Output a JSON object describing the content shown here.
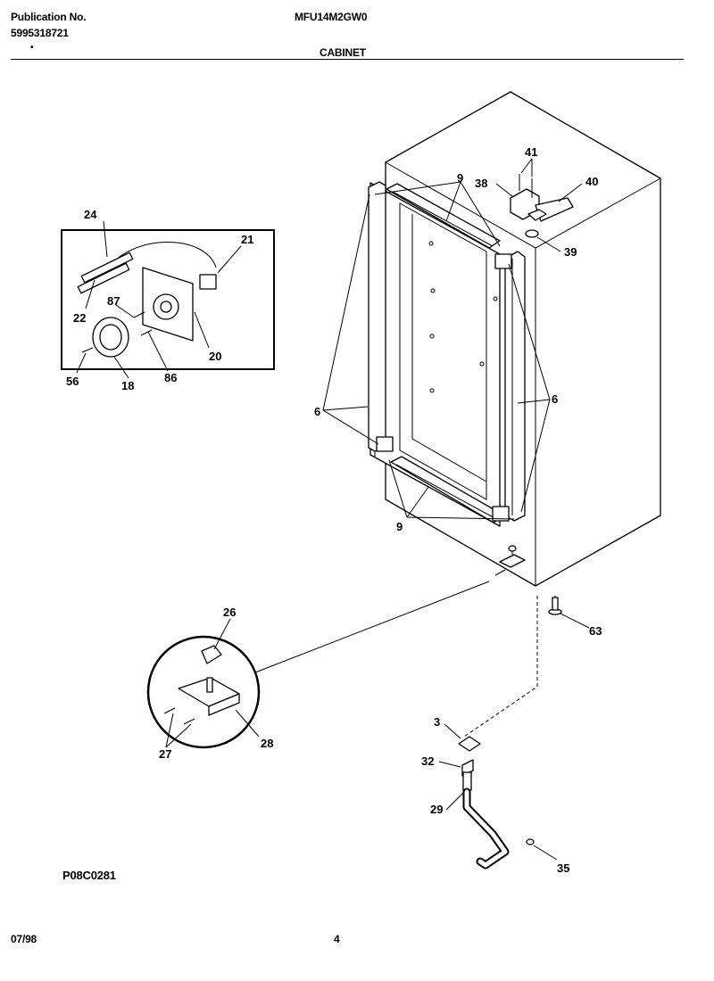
{
  "header": {
    "publication_label": "Publication No.",
    "publication_number": "5995318721",
    "model": "MFU14M2GW0",
    "section_title": "CABINET",
    "dot": "•"
  },
  "footer": {
    "drawing_code": "P08C0281",
    "date": "07/98",
    "page_number": "4"
  },
  "callouts": {
    "c41": "41",
    "c38": "38",
    "c40": "40",
    "c39": "39",
    "c9_top": "9",
    "c9_bottom": "9",
    "c6_left": "6",
    "c6_right": "6",
    "c24": "24",
    "c21": "21",
    "c87": "87",
    "c22": "22",
    "c20": "20",
    "c56": "56",
    "c18": "18",
    "c86": "86",
    "c26": "26",
    "c27": "27",
    "c28": "28",
    "c63": "63",
    "c3": "3",
    "c32": "32",
    "c29": "29",
    "c35": "35"
  }
}
